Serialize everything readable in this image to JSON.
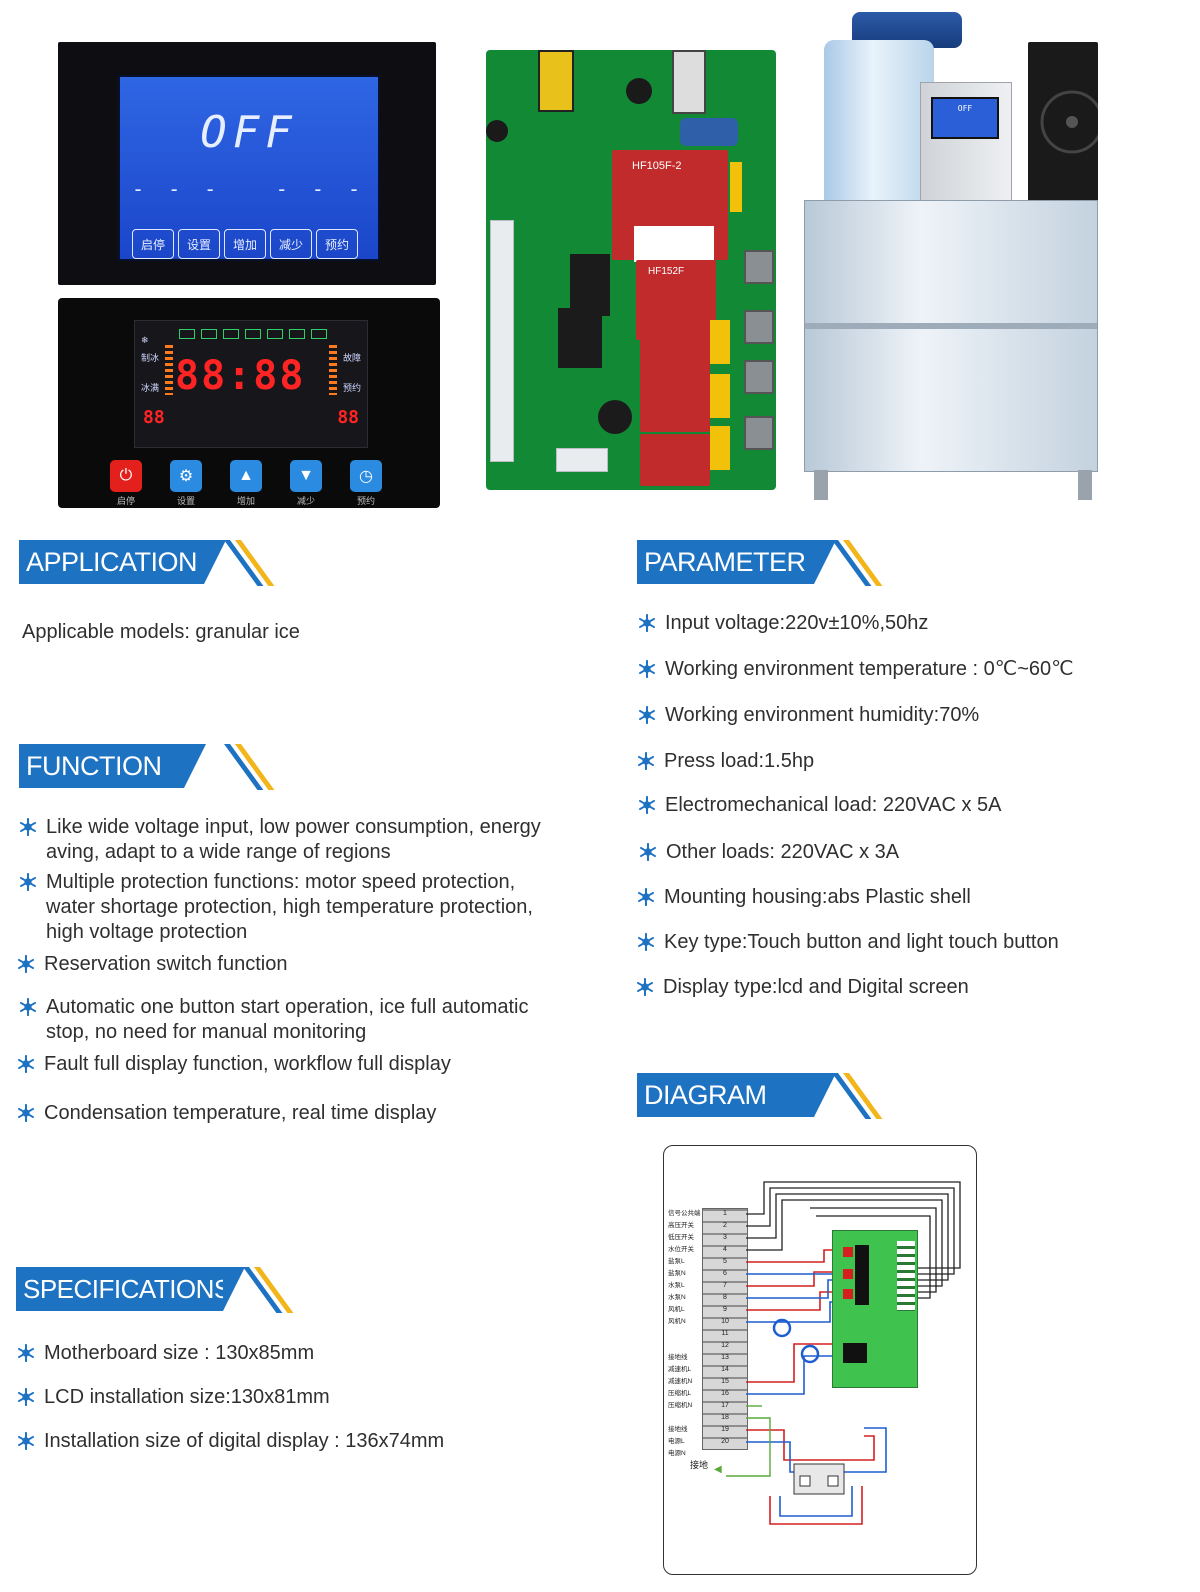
{
  "images": {
    "lcd_panel": {
      "status_text": "OFF",
      "left_dashes": "- - -",
      "right_dashes": "- - -",
      "keys": [
        "启停",
        "设置",
        "增加",
        "减少",
        "预约"
      ]
    },
    "led_panel": {
      "main_digits": "88:88",
      "left_digits": "88",
      "right_digits": "88",
      "left_labels": [
        "制冰",
        "冰满"
      ],
      "right_labels": [
        "故障",
        "预约"
      ],
      "buttons": [
        {
          "label": "启停",
          "color": "#e3201b",
          "glyph": "⏻"
        },
        {
          "label": "设置",
          "color": "#2a8be0",
          "glyph": "⚙"
        },
        {
          "label": "增加",
          "color": "#2a8be0",
          "glyph": "▲"
        },
        {
          "label": "减少",
          "color": "#2a8be0",
          "glyph": "▼"
        },
        {
          "label": "预约",
          "color": "#2a8be0",
          "glyph": "◷"
        }
      ]
    },
    "pcb": {
      "relay_main": "HF105F-2",
      "relay_second": "HF152F"
    },
    "machine": {
      "screen_text": "OFF"
    }
  },
  "sections": {
    "application": {
      "title": "APPLICATION",
      "text": "Applicable models: granular ice"
    },
    "function": {
      "title": "FUNCTION",
      "items": [
        "Like wide voltage input, low power consumption, energy aving, adapt to a wide range of regions",
        "Multiple protection functions: motor speed protection, water shortage protection, high temperature protection, high voltage protection",
        "Reservation switch function",
        "Automatic one button start operation, ice full automatic stop, no need for manual monitoring",
        "Fault full display function, workflow full display",
        "Condensation temperature, real time display"
      ]
    },
    "specifications": {
      "title": "SPECIFICATIONS",
      "items": [
        "Motherboard size : 130x85mm",
        "LCD installation size:130x81mm",
        "Installation size of digital display : 136x74mm"
      ]
    },
    "parameter": {
      "title": "PARAMETER",
      "items": [
        "Input voltage:220v±10%,50hz",
        "Working environment temperature : 0℃~60℃",
        "Working environment humidity:70%",
        "Press load:1.5hp",
        "Electromechanical load: 220VAC x 5A",
        "Other loads: 220VAC x 3A",
        "Mounting housing:abs Plastic shell",
        "Key type:Touch button and light touch button",
        "Display type:lcd and Digital screen"
      ]
    },
    "diagram": {
      "title": "DIAGRAM",
      "terminal_labels": [
        "信号公共端",
        "高压开关",
        "低压开关",
        "水位开关",
        "盐泵L",
        "盐泵N",
        "水泵L",
        "水泵N",
        "风机L",
        "风机N",
        "",
        "",
        "接地线",
        "减速机L",
        "减速机N",
        "压缩机L",
        "压缩机N",
        "",
        "接地线",
        "电源L",
        "电源N"
      ],
      "terminal_numbers": [
        "1",
        "2",
        "3",
        "4",
        "5",
        "6",
        "7",
        "8",
        "9",
        "10",
        "11",
        "12",
        "13",
        "14",
        "15",
        "16",
        "17",
        "18",
        "19",
        "20"
      ],
      "ground_label": "接地"
    }
  },
  "colors": {
    "header_blue": "#1e72c2",
    "header_accent": "#f2b51a",
    "bullet_icon": "#1e72c2"
  }
}
